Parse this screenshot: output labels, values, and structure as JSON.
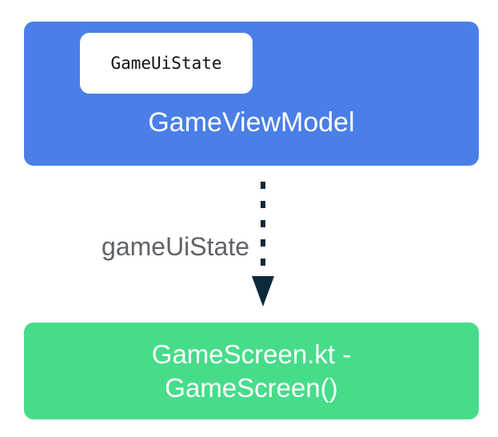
{
  "view_model": {
    "state_chip": "GameUiState",
    "title": "GameViewModel",
    "color": "#4a7fe8"
  },
  "edge": {
    "label": "gameUiState",
    "color": "#0d2a3a",
    "style": "dotted-arrow-down"
  },
  "screen": {
    "line1": "GameScreen.kt -",
    "line2": "GameScreen()",
    "color": "#47dc8a"
  }
}
